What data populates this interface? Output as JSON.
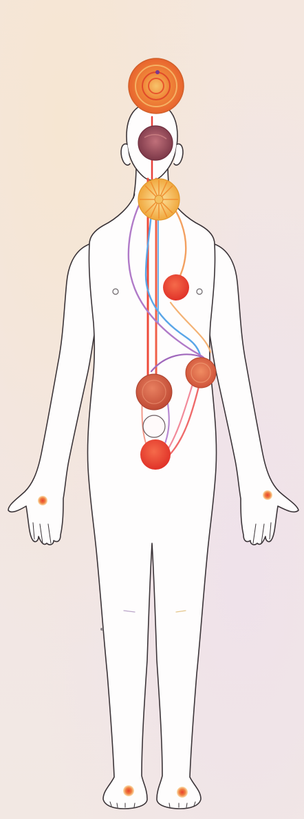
{
  "figure": {
    "background_color": "#f3e8e4",
    "body_fill": "#fefdfd",
    "outline_color": "#3b3438",
    "centers": [
      {
        "id": "crown",
        "color": "#f08a3a",
        "inner_color": "#f05a2c"
      },
      {
        "id": "brow",
        "color": "#9a4e5a"
      },
      {
        "id": "throat",
        "color": "#f4b64a"
      },
      {
        "id": "heart",
        "color": "#ec4a2e"
      },
      {
        "id": "solar-plexus",
        "color": "#e05838"
      },
      {
        "id": "spleen",
        "color": "#d95a3a"
      },
      {
        "id": "sacral",
        "color": "#fffafa"
      },
      {
        "id": "base",
        "color": "#ea2f2a"
      }
    ],
    "points": [
      {
        "id": "left-palm",
        "color": "#e45a3c"
      },
      {
        "id": "right-palm",
        "color": "#e45a3c"
      },
      {
        "id": "left-sole",
        "color": "#e45a3c"
      },
      {
        "id": "right-sole",
        "color": "#e45a3c"
      }
    ],
    "channels": [
      {
        "id": "red-channel",
        "color": "#ee4a3a"
      },
      {
        "id": "orange-channel",
        "color": "#f3a060"
      },
      {
        "id": "blue-channel",
        "color": "#5aa6e8"
      },
      {
        "id": "purple-channel",
        "color": "#b07ac8"
      },
      {
        "id": "pink-channel",
        "color": "#f28a9a"
      }
    ]
  }
}
